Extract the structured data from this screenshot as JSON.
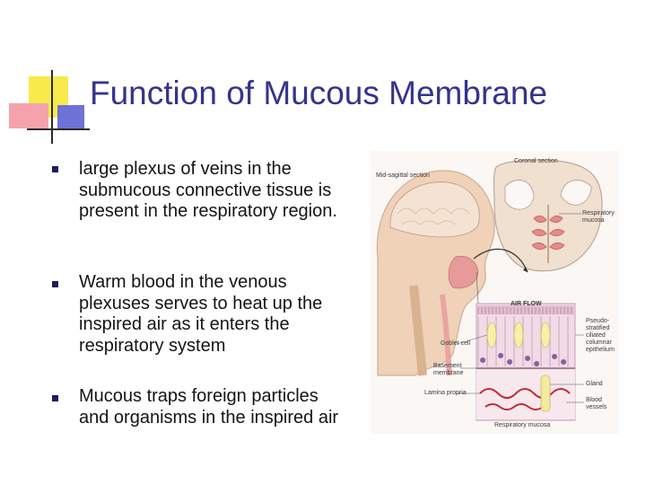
{
  "slide": {
    "title": "Function of Mucous Membrane",
    "bullets": [
      {
        "text": "large plexus of veins in the submucous connective tissue is present in the respiratory region."
      },
      {
        "text": "Warm blood in the venous plexuses serves to heat up the inspired air as it enters the respiratory system"
      },
      {
        "text": "Mucous traps foreign particles and organisms in the inspired air"
      }
    ]
  },
  "figure": {
    "labels": {
      "mid_sagittal": "Mid-sagittal section",
      "coronal": "Coronal section",
      "respiratory_mucosa_top": "Respiratory mucosa",
      "air_flow": "AIR FLOW",
      "goblet_cell": "Goblet cell",
      "pseudostratified": "Pseudo-stratified ciliated columnar epithelium",
      "basement_membrane": "Basement membrane",
      "gland": "Gland",
      "lamina_propria": "Lamina propria",
      "blood_vessels": "Blood vessels",
      "respiratory_mucosa_bottom": "Respiratory mucosa"
    }
  },
  "colors": {
    "title": "#34348c",
    "bullet": "#1d1d5c",
    "logo_yellow": "#f7ea4a",
    "logo_pink": "#f4a3ad",
    "logo_blue": "#6d72d6"
  }
}
